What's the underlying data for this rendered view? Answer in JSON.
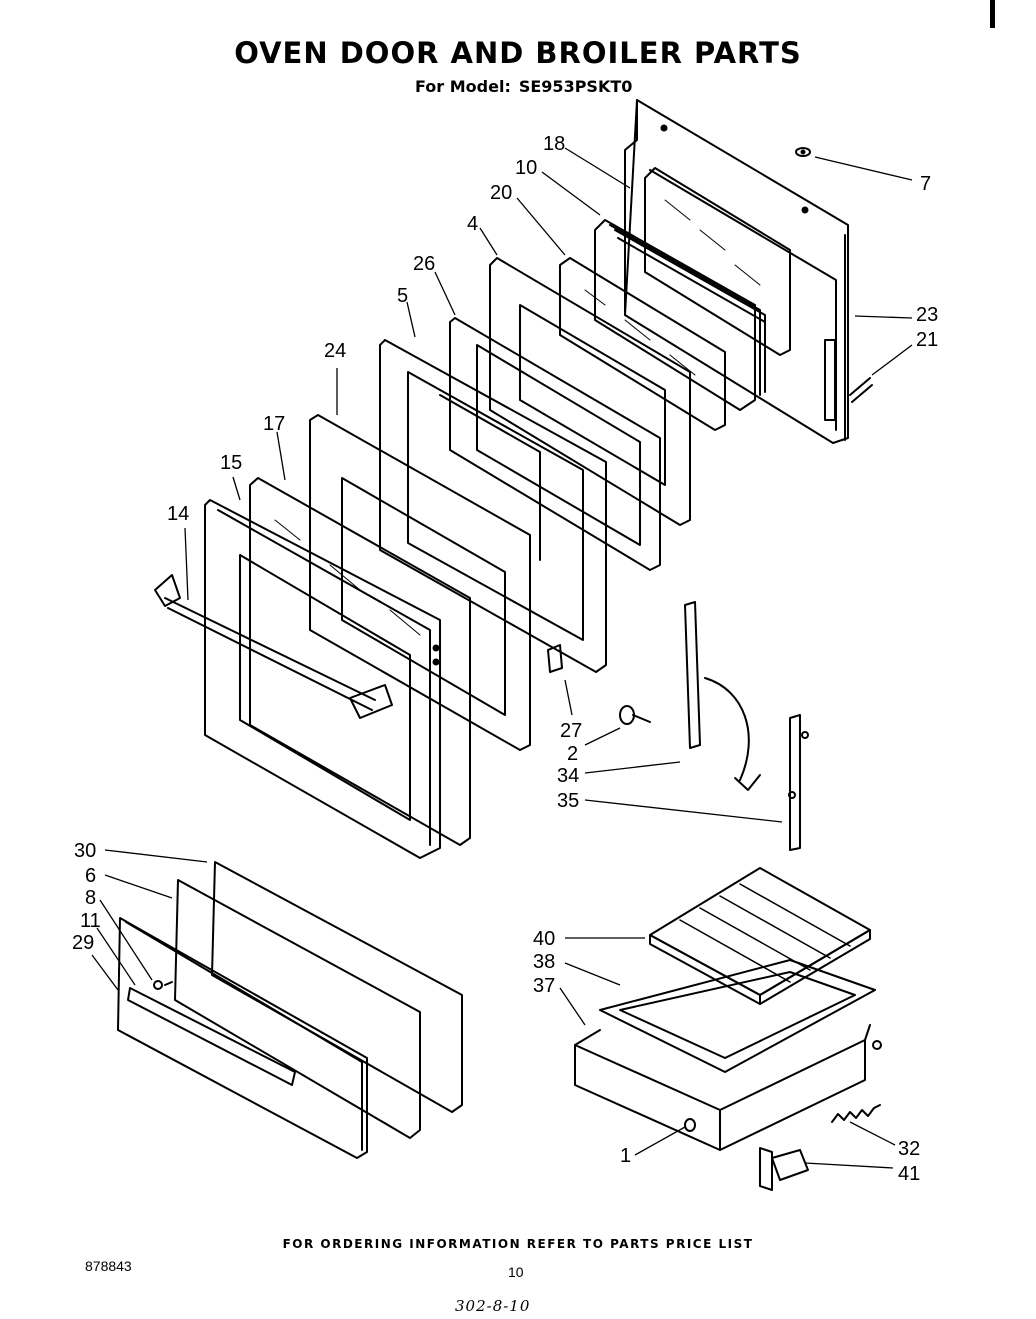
{
  "header": {
    "title": "OVEN DOOR AND BROILER PARTS",
    "model_label": "For Model:",
    "model_number": "SE953PSKT0"
  },
  "callouts": [
    "18",
    "10",
    "20",
    "4",
    "26",
    "5",
    "24",
    "17",
    "15",
    "14",
    "7",
    "23",
    "21",
    "27",
    "2",
    "34",
    "35",
    "30",
    "6",
    "8",
    "11",
    "29",
    "40",
    "38",
    "37",
    "1",
    "32",
    "41"
  ],
  "footer": {
    "ordering_note": "FOR ORDERING INFORMATION REFER TO PARTS PRICE LIST",
    "catalog_number": "878843",
    "page_number": "10",
    "handwritten_code": "302-8-10"
  }
}
